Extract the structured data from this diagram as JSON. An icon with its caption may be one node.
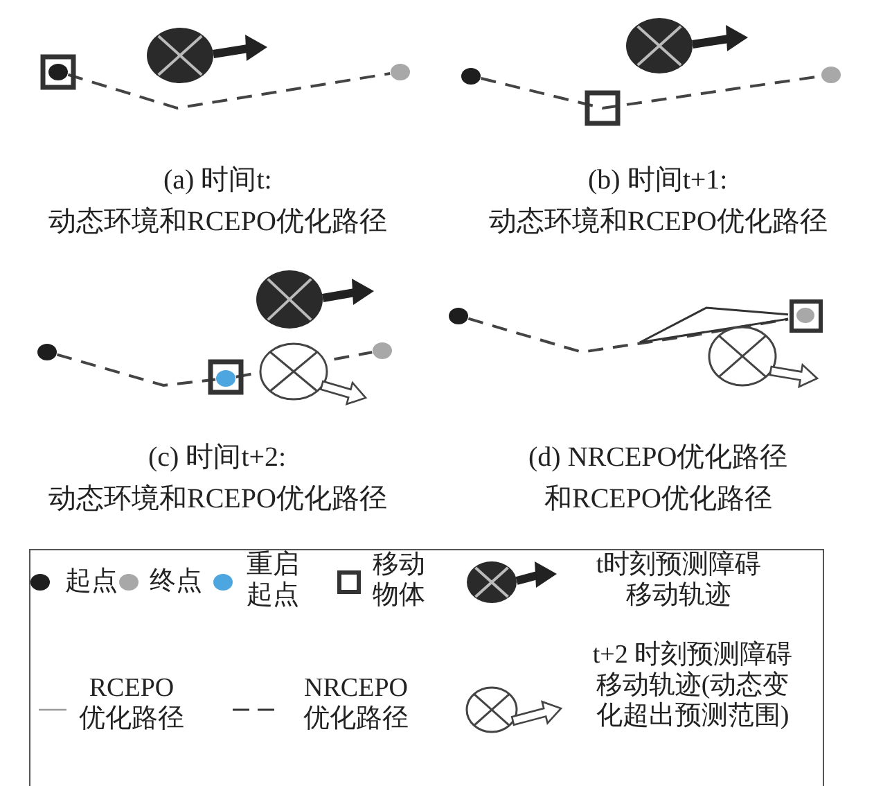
{
  "diagram": {
    "nodes": [
      {
        "text": [],
        "shape": "circle"
      },
      {
        "text": [],
        "shape": "circle"
      },
      {
        "text": [],
        "shape": "circle"
      },
      {
        "text": [],
        "shape": "circle"
      },
      {
        "text": [],
        "shape": "circle"
      },
      {
        "text": [],
        "shape": "circle"
      },
      {
        "text": [],
        "shape": "circle"
      },
      {
        "text": [],
        "shape": "circle"
      },
      {
        "text": [],
        "shape": "box"
      }
    ],
    "edges": [
      {
        "from": 0,
        "to": 1,
        "arrow": "none",
        "style": "dashed"
      },
      {
        "from": 2,
        "to": 3,
        "arrow": "none",
        "style": "dashed"
      },
      {
        "from": 4,
        "to": 5,
        "arrow": "none",
        "style": "dashed"
      },
      {
        "from": 5,
        "to": 6,
        "arrow": "none",
        "style": "dashed"
      },
      {
        "from": 7,
        "to": 8,
        "arrow": "none",
        "style": "dashed"
      },
      {
        "from": null,
        "to": 8,
        "arrow": "none"
      },
      {
        "from": null,
        "to": 8,
        "arrow": "none"
      }
    ],
    "labels": [
      "(a) 时间t:",
      "动态环境和RCEPO优化路径",
      "(b) 时间t+1:",
      "动态环境和RCEPO优化路径",
      "(c) 时间t+2:",
      "动态环境和RCEPO优化路径",
      "(d) NRCEPO优化路径",
      "和RCEPO优化路径"
    ],
    "legend": [
      {
        "text": "起点",
        "color": "#1e1e1e"
      },
      {
        "text": "终点",
        "color": "#a8a8a8"
      },
      {
        "text": "重启起点",
        "color": "#4ea6e0"
      },
      {
        "text": "移动物体"
      },
      {
        "text": "t时刻预测障碍移动轨迹"
      },
      {
        "text": "RCEPO优化路径"
      },
      {
        "text": "NRCEPO优化路径"
      },
      {
        "text": "t+2 时刻预测障碍移动轨迹(动态变化超出预测范围)"
      }
    ]
  }
}
